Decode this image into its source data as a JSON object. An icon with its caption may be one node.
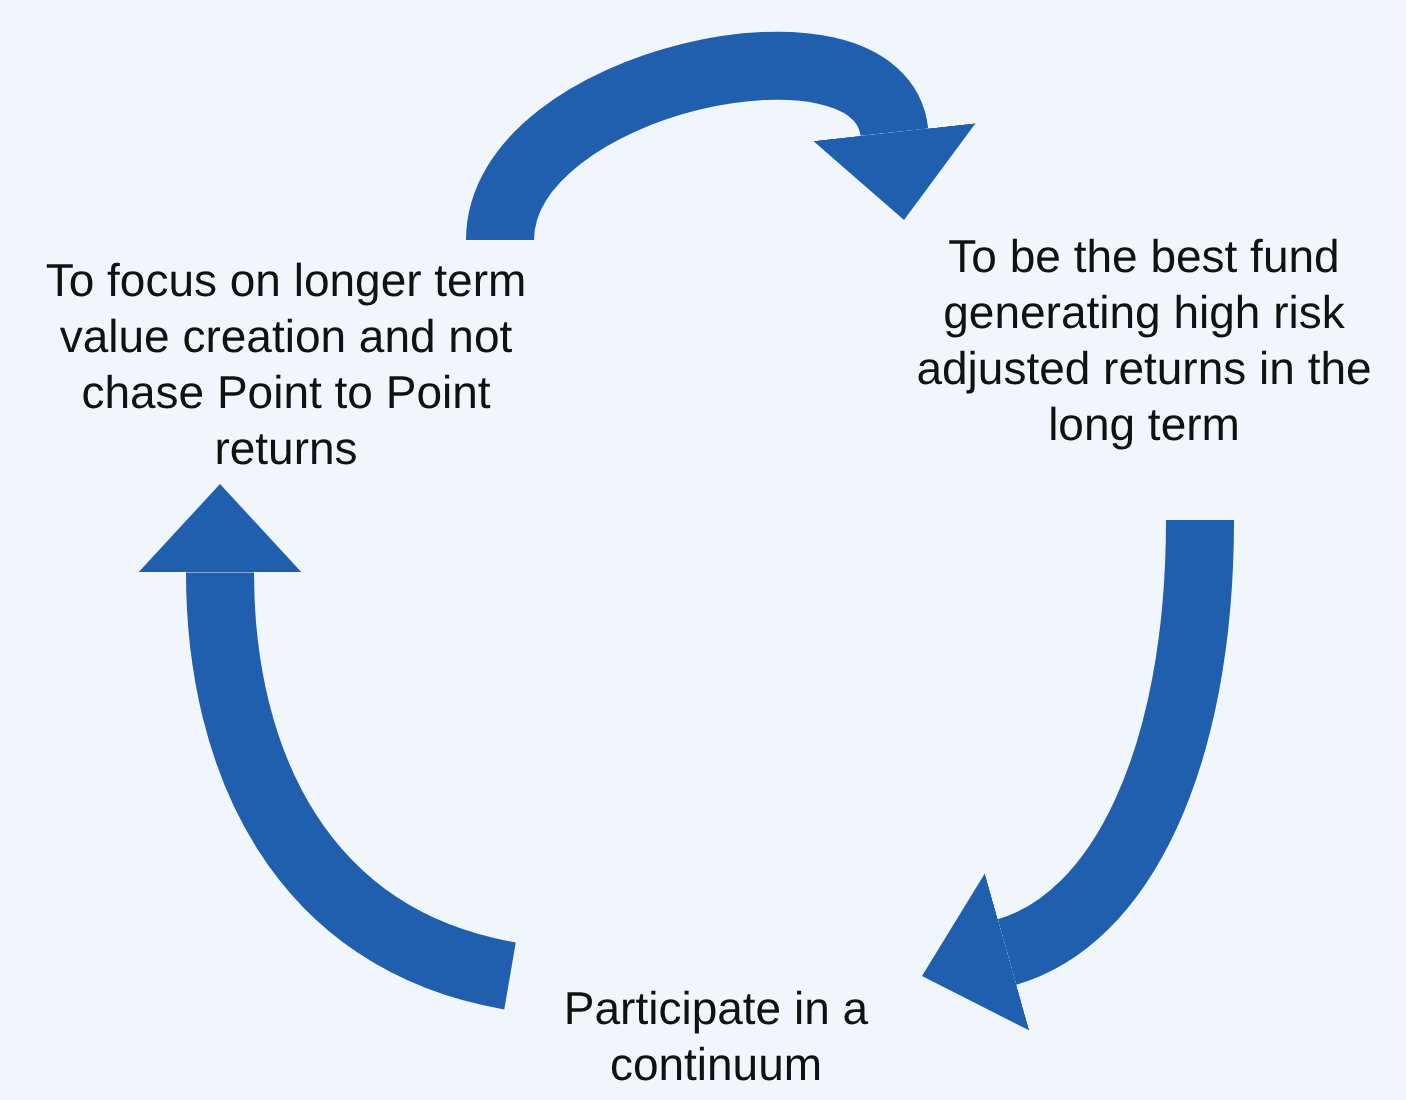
{
  "diagram": {
    "nodes": [
      {
        "text": [
          "To focus on longer term value creation and not chase Point to Point returns"
        ]
      },
      {
        "text": [
          "To be the best fund generating high risk adjusted returns in the long term"
        ]
      },
      {
        "text": [
          "Participate in a continuum"
        ]
      }
    ],
    "edges": [
      {
        "from": 0,
        "to": 1,
        "arrow": "to"
      },
      {
        "from": 1,
        "to": 2,
        "arrow": "to"
      },
      {
        "from": 2,
        "to": 0,
        "arrow": "to"
      }
    ]
  }
}
